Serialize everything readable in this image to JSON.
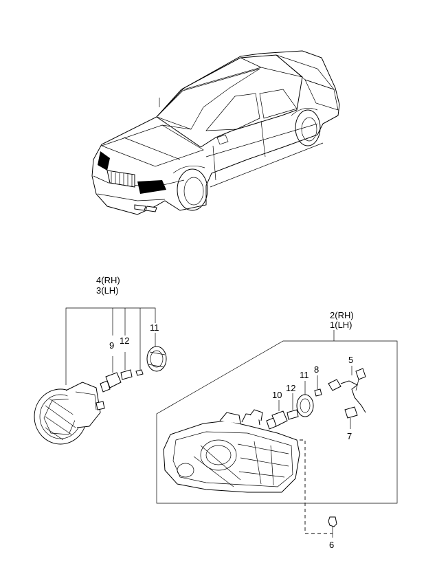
{
  "assembly_labels": {
    "fog_lamp_rh": {
      "num": "4",
      "side": "(RH)"
    },
    "fog_lamp_lh": {
      "num": "3",
      "side": "(LH)"
    },
    "head_lamp_rh": {
      "num": "2",
      "side": "(RH)"
    },
    "head_lamp_lh": {
      "num": "1",
      "side": "(LH)"
    }
  },
  "part_numbers": {
    "fog_bulb": "9",
    "fog_socket": "12",
    "fog_cap": "11",
    "head_bulb": "10",
    "head_socket": "12",
    "head_cap": "11",
    "side_socket": "8",
    "harness": "5",
    "side_bulb": "7",
    "aim_screw": "6"
  }
}
